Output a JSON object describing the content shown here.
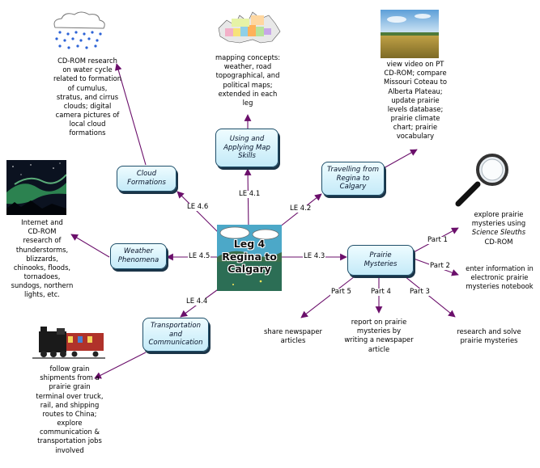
{
  "center": {
    "lines": [
      "Leg 4",
      "Regina to",
      "Calgary"
    ]
  },
  "nodes": {
    "mapping": {
      "lines": [
        "Using and",
        "Applying Map",
        "Skills"
      ]
    },
    "travel": {
      "lines": [
        "Travelling from",
        "Regina to",
        "Calgary"
      ]
    },
    "clouds": {
      "lines": [
        "Cloud",
        "Formations"
      ]
    },
    "weather": {
      "lines": [
        "Weather",
        "Phenomena"
      ]
    },
    "prairie": {
      "lines": [
        "Prairie",
        "Mysteries"
      ]
    },
    "transport": {
      "lines": [
        "Transportation",
        "and",
        "Communication"
      ]
    }
  },
  "link_labels": {
    "le41": "LE 4.1",
    "le42": "LE 4.2",
    "le43": "LE 4.3",
    "le44": "LE 4.4",
    "le45": "LE 4.5",
    "le46": "LE 4.6",
    "part1": "Part 1",
    "part2": "Part 2",
    "part3": "Part 3",
    "part4": "Part 4",
    "part5": "Part 5"
  },
  "notes": {
    "mapping": [
      "mapping concepts:",
      "weather, road",
      "topographical, and",
      "political maps;",
      "extended in each",
      "leg"
    ],
    "travel": [
      "view video on PT",
      "CD-ROM; compare",
      "Missouri Coteau to",
      "Alberta Plateau;",
      "update prairie",
      "levels database;",
      "prairie climate",
      "chart; prairie",
      "vocabulary"
    ],
    "clouds": [
      "CD-ROM research",
      "on water cycle",
      "related to formation",
      "of cumulus,",
      "stratus, and cirrus",
      "clouds; digital",
      "camera pictures of",
      "local cloud",
      "formations"
    ],
    "weather": [
      "Internet and",
      "CD-ROM",
      "research of",
      "thunderstorms,",
      "blizzards,",
      "chinooks, floods,",
      "tornadoes,",
      "sundogs, northern",
      "lights, etc."
    ],
    "transport": [
      "follow grain",
      "shipments from a",
      "prairie grain",
      "terminal over truck,",
      "rail, and shipping",
      "routes to China;",
      "explore",
      "communication &",
      "transportation jobs",
      "involved"
    ],
    "part1": {
      "line1": "explore prairie",
      "line2a": "mysteries using",
      "line2b": "Science Sleuths",
      "line3": "CD-ROM"
    },
    "part2": [
      "enter information in",
      "electronic prairie",
      "mysteries notebook"
    ],
    "part3": [
      "research and solve",
      "prairie mysteries"
    ],
    "part4": [
      "report on prairie",
      "mysteries by",
      "writing a newspaper",
      "article"
    ],
    "part5": [
      "share newspaper",
      "articles"
    ]
  },
  "colors": {
    "line": "#6b0f6b",
    "box_top": "#eefcff",
    "box_bottom": "#c4eaf8",
    "box_border": "#1f4f6a"
  }
}
